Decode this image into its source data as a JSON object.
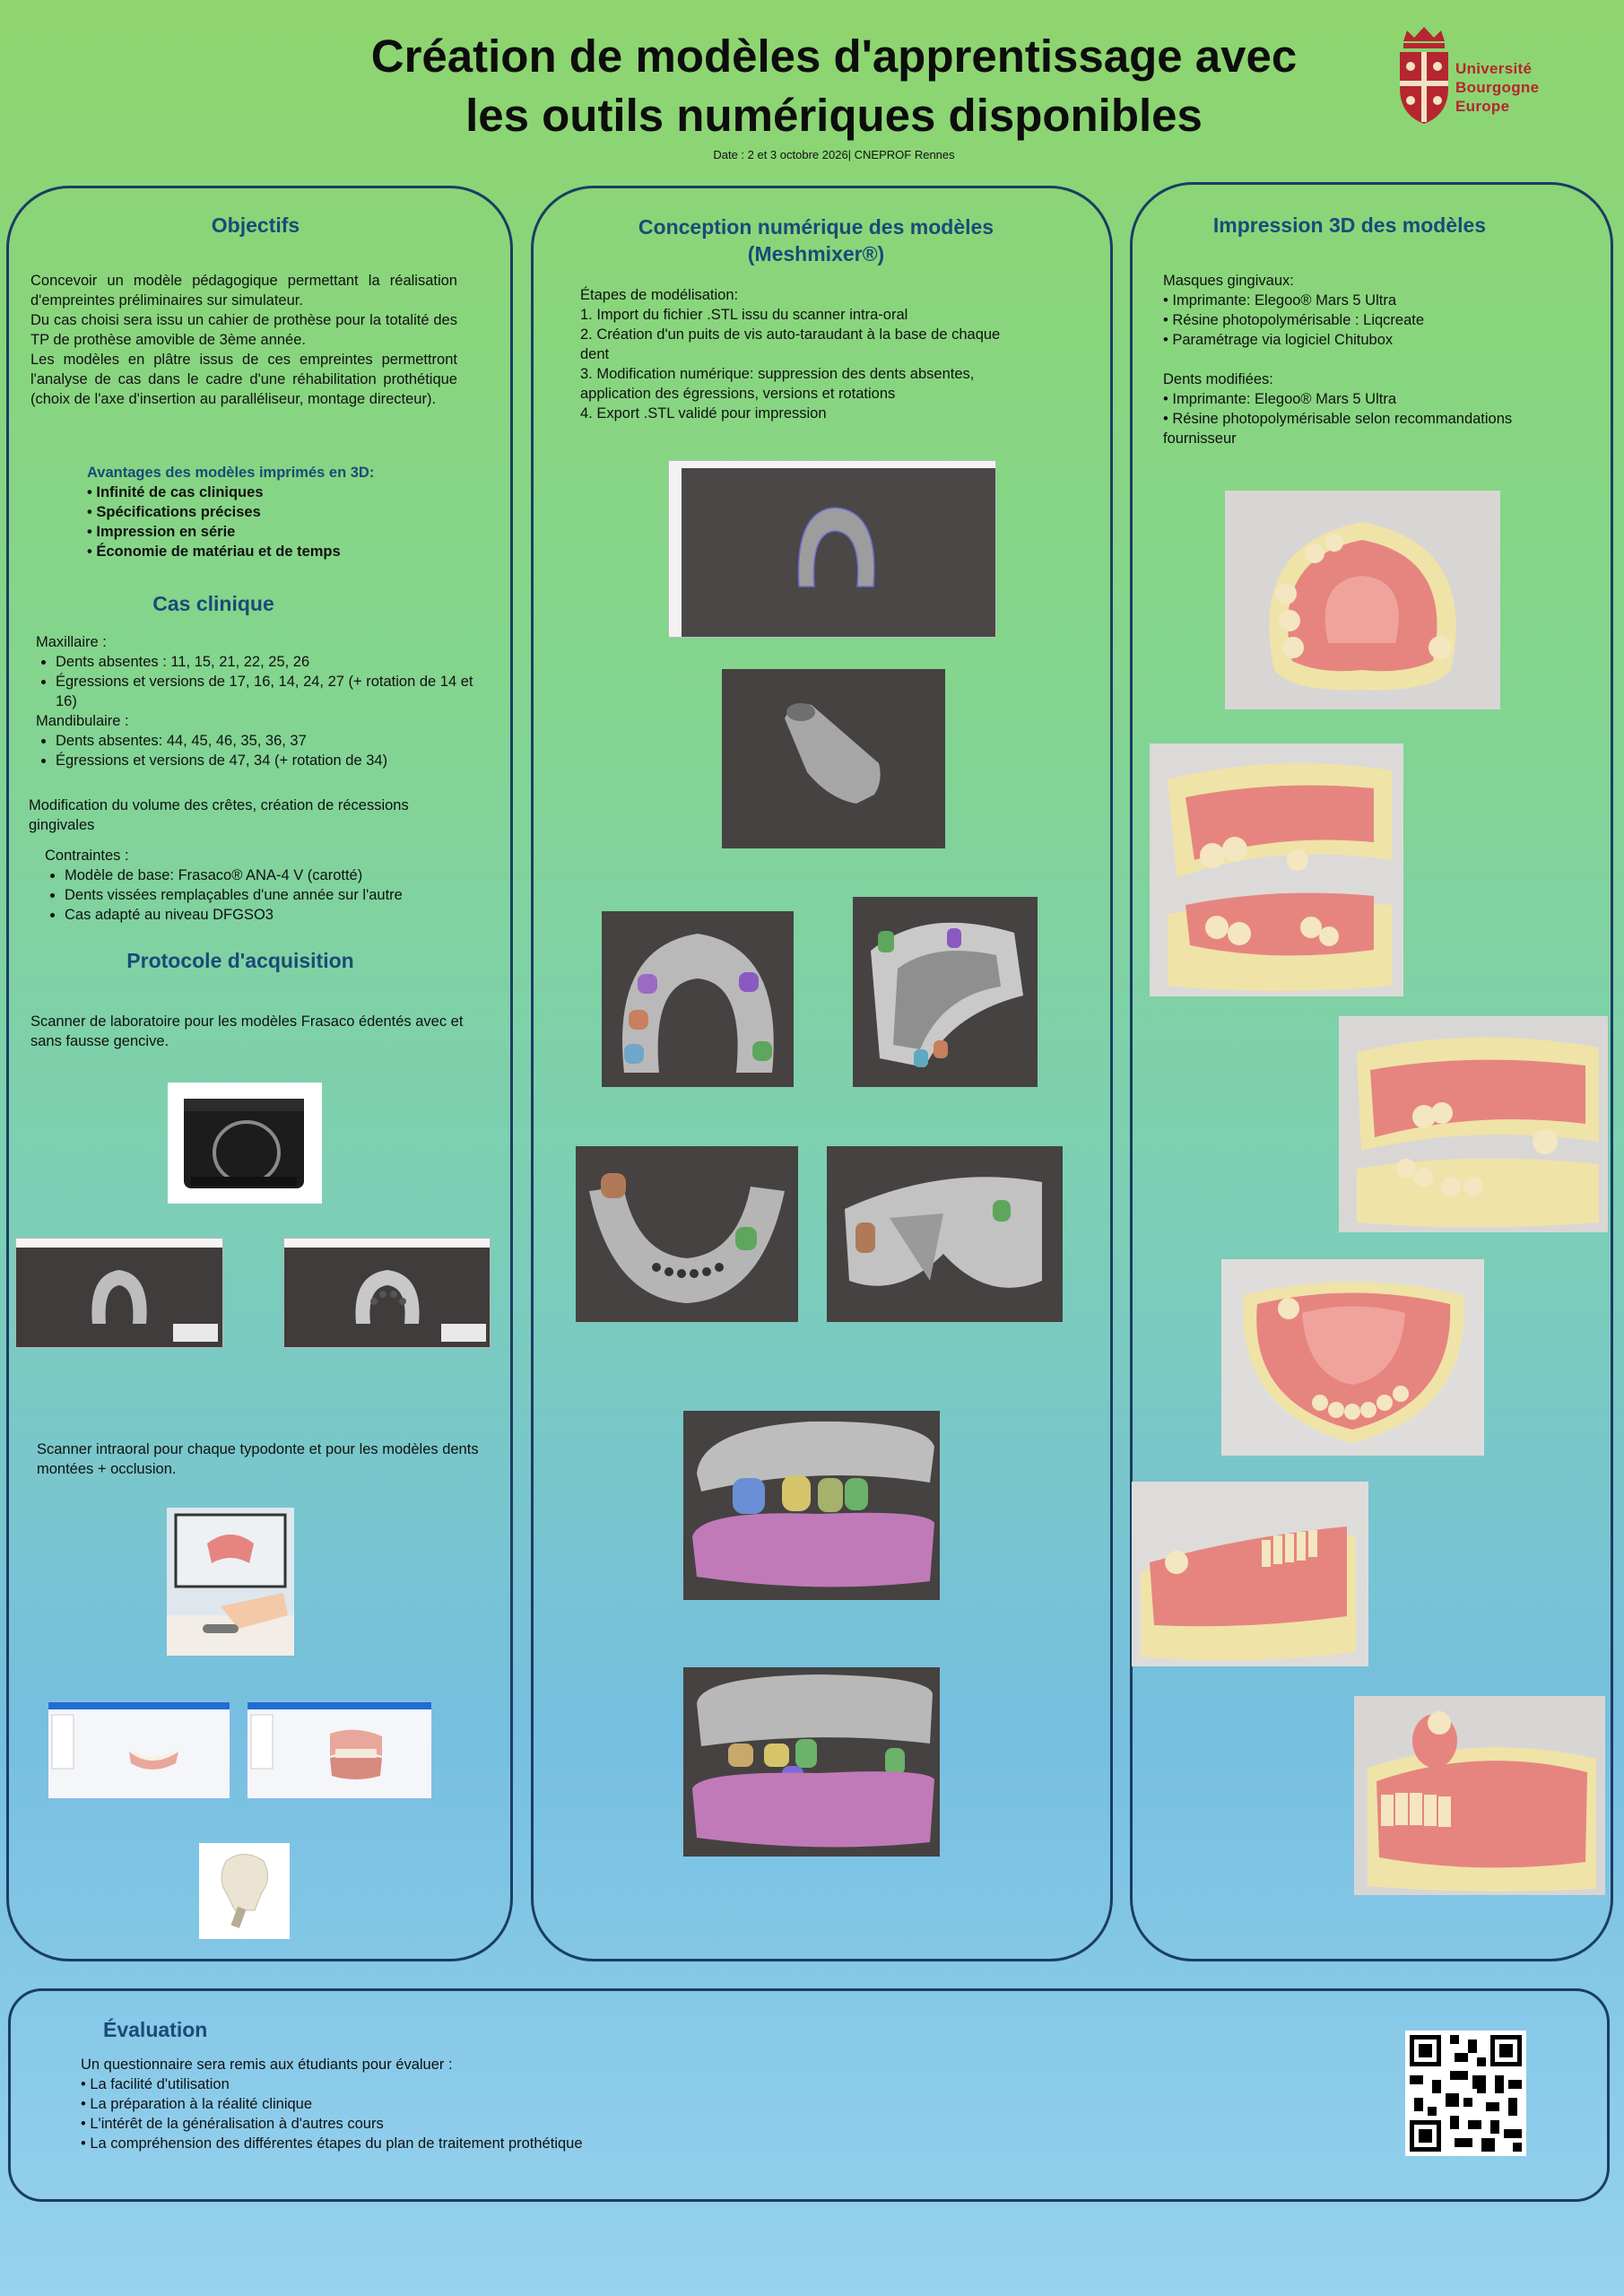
{
  "header": {
    "title_line1": "Création de modèles d'apprentissage avec",
    "title_line2": "les outils numériques disponibles",
    "date": "Date : 2 et 3 octobre 2026| CNEPROF Rennes",
    "logo_line1": "Université",
    "logo_line2": "Bourgogne",
    "logo_line3": "Europe"
  },
  "left": {
    "objectifs_title": "Objectifs",
    "objectifs_text": "Concevoir un modèle pédagogique permettant la réalisation d'empreintes préliminaires sur simulateur.\nDu cas choisi sera issu un cahier de prothèse pour la totalité des TP de prothèse amovible de 3ème année.\nLes modèles en plâtre issus de ces empreintes permettront l'analyse de cas dans le cadre d'une réhabilitation prothétique (choix de l'axe d'insertion au paralléliseur, montage directeur).",
    "avantages_title": "Avantages des modèles imprimés en 3D:",
    "avantages": [
      "• Infinité de cas cliniques",
      "• Spécifications précises",
      "• Impression en série",
      "• Économie de matériau et de temps"
    ],
    "cas_title": "Cas clinique",
    "maxillaire_label": "Maxillaire :",
    "maxillaire_items": [
      "Dents absentes : 11, 15, 21, 22, 25, 26",
      "Égressions et versions de 17, 16, 14, 24, 27 (+ rotation de 14 et 16)"
    ],
    "mandibulaire_label": "Mandibulaire :",
    "mandibulaire_items": [
      "Dents absentes: 44, 45, 46, 35, 36, 37",
      "Égressions et versions de 47, 34 (+ rotation de 34)"
    ],
    "modification": "Modification du volume des crêtes, création de récessions gingivales",
    "contraintes_label": "Contraintes :",
    "contraintes_items": [
      "Modèle de base: Frasaco® ANA-4 V (carotté)",
      "Dents vissées remplaçables d'une année sur l'autre",
      "Cas adapté au niveau DFGSO3"
    ],
    "protocole_title": "Protocole d'acquisition",
    "scanner_lab": "Scanner de laboratoire pour les modèles Frasaco édentés avec et sans fausse gencive.",
    "scanner_intra": "Scanner intraoral pour chaque typodonte et pour les modèles dents montées + occlusion."
  },
  "middle": {
    "title_line1": "Conception numérique des modèles",
    "title_line2": "(Meshmixer®)",
    "steps_label": "Étapes de modélisation:",
    "steps": [
      "1. Import du fichier .STL issu du scanner intra-oral",
      "2. Création d'un puits de vis auto-taraudant à la base de chaque dent",
      "3. Modification numérique: suppression des dents absentes, application des égressions, versions et rotations",
      "4. Export .STL validé pour impression"
    ]
  },
  "right": {
    "title": "Impression 3D des modèles",
    "masques_label": "Masques gingivaux:",
    "masques_items": [
      "• Imprimante: Elegoo® Mars 5 Ultra",
      "• Résine photopolymérisable : Liqcreate",
      "• Paramétrage via logiciel Chitubox"
    ],
    "dents_label": "Dents modifiées:",
    "dents_items": [
      "• Imprimante: Elegoo® Mars 5 Ultra",
      "• Résine photopolymérisable selon recommandations fournisseur"
    ]
  },
  "evaluation": {
    "title": "Évaluation",
    "intro": "Un questionnaire sera remis aux étudiants pour évaluer :",
    "items": [
      "• La facilité d'utilisation",
      "• La préparation à la réalité clinique",
      "• L'intérêt de la généralisation à d'autres cours",
      "• La compréhension des différentes étapes du plan de traitement prothétique"
    ]
  },
  "colors": {
    "heading": "#1b4a78",
    "panel_border": "#1b3d63",
    "logo_red": "#b5262f",
    "gum_pink": "#e6857f",
    "base_cream": "#efe3a8",
    "viewport_dark": "#454241"
  }
}
